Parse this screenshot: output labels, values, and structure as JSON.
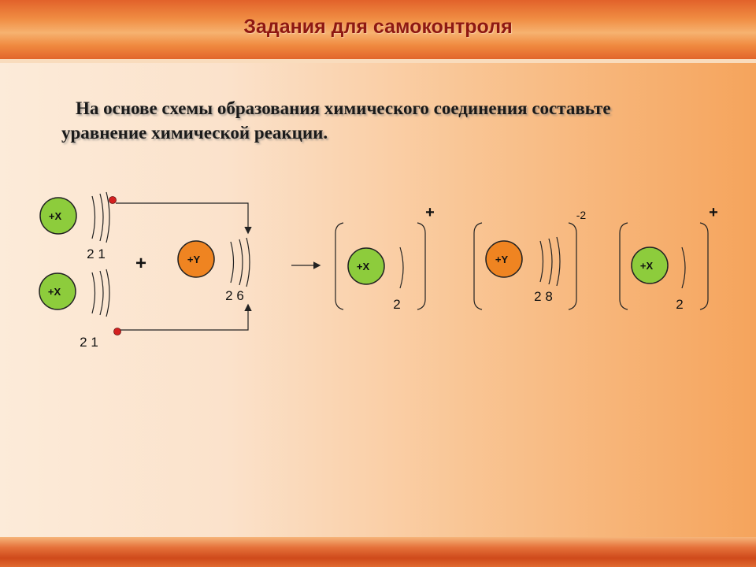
{
  "slide": {
    "title": "Задания для самоконтроля",
    "task_line1": "На основе схемы образования химического соединения составьте",
    "task_line2": "уравнение химической реакции."
  },
  "diagram": {
    "atom_x": "+X",
    "atom_y": "+Y",
    "reactant_x1_shells": "2 1",
    "reactant_x2_shells": "2 1",
    "reactant_y_shells": "2 6",
    "plus_sign": "+",
    "product_x1_shells": "2",
    "product_y_shells": "2 8",
    "product_x2_shells": "2",
    "product_x1_charge": "+",
    "product_y_charge": "-2",
    "product_x2_charge": "+",
    "colors": {
      "x_atom": "#8dcc3c",
      "y_atom": "#ef8421",
      "electron": "#d42020",
      "title": "#8e1812"
    }
  }
}
